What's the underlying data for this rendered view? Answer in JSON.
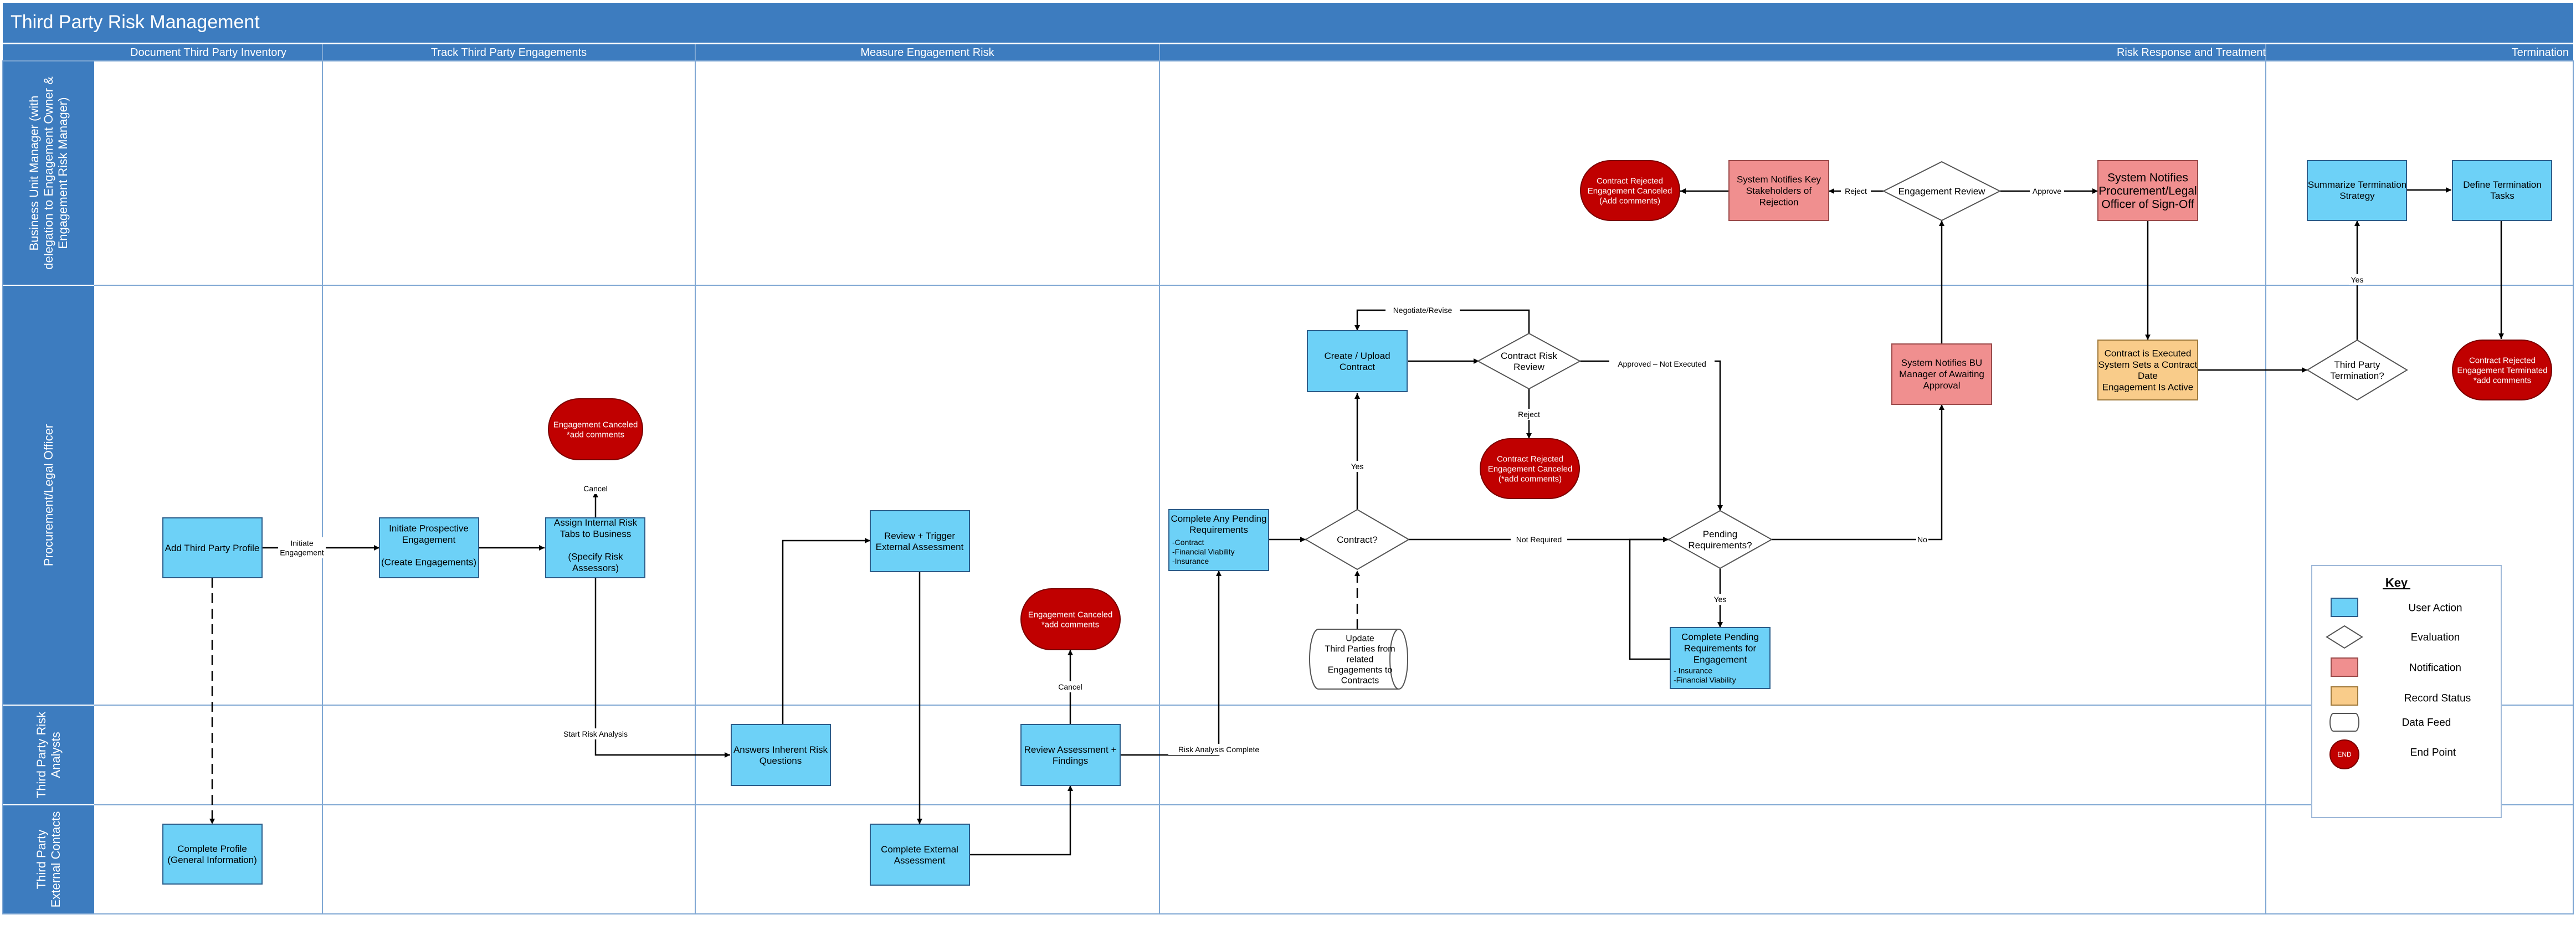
{
  "title": "Third Party Risk Management",
  "phases": [
    "Document Third Party Inventory",
    "Track Third Party Engagements",
    "Measure Engagement Risk",
    "Risk Response and Treatment",
    "Termination"
  ],
  "lanes": [
    [
      "Business Unit Manager (with",
      "delegation to Engagement Owner &",
      "Engagement Risk Manager)"
    ],
    [
      "Procurement/Legal Officer"
    ],
    [
      "Third Party Risk",
      "Analysts"
    ],
    [
      "Third Party",
      "External Contacts"
    ]
  ],
  "colors": {
    "header": "#3d7cbf",
    "user_action": "#6dd1f7",
    "notification": "#f08f8f",
    "record_status": "#f9cc8a",
    "end_point": "#c00000",
    "evaluation": "#ffffff"
  },
  "nodes": {
    "add_profile": [
      "Add Third Party Profile"
    ],
    "complete_profile": [
      "Complete Profile",
      "(General Information)"
    ],
    "initiate_engagement": [
      "Initiate Prospective",
      "Engagement",
      "",
      "(Create Engagements)"
    ],
    "assign_tabs": [
      "Assign Internal Risk",
      "Tabs to Business",
      "",
      "(Specify Risk",
      "Assessors)"
    ],
    "cancel_end_1": [
      "Engagement Canceled",
      "*add comments"
    ],
    "answers_inherent": [
      "Answers Inherent Risk",
      "Questions"
    ],
    "review_trigger": [
      "Review + Trigger",
      "External Assessment"
    ],
    "complete_external": [
      "Complete External",
      "Assessment"
    ],
    "review_findings": [
      "Review Assessment +",
      "Findings"
    ],
    "cancel_end_2": [
      "Engagement Canceled",
      "*add comments"
    ],
    "pending_reqs": [
      "Complete Any Pending",
      "Requirements"
    ],
    "pending_reqs_list": [
      "-Contract",
      "-Financial Viability",
      "-Insurance"
    ],
    "contract_q": [
      "Contract?"
    ],
    "create_contract": [
      "Create / Upload",
      "Contract"
    ],
    "contract_review": [
      "Contract Risk",
      "Review"
    ],
    "reject_end_1": [
      "Contract Rejected",
      "Engagement Canceled",
      "(*add comments)"
    ],
    "update_parties": [
      "Update",
      "Third Parties from",
      "related",
      "Engagements to",
      "Contracts"
    ],
    "pending_q": [
      "Pending",
      "Requirements?"
    ],
    "complete_pending": [
      "Complete Pending",
      "Requirements for",
      "Engagement"
    ],
    "complete_pending_list": [
      "- Insurance",
      "-Financial Viability"
    ],
    "notify_bu": [
      "System Notifies BU",
      "Manager of Awaiting",
      "Approval"
    ],
    "engagement_review": [
      "Engagement Review"
    ],
    "notify_reject": [
      "System Notifies Key",
      "Stakeholders of",
      "Rejection"
    ],
    "reject_end_2": [
      "Contract Rejected",
      "Engagement Canceled",
      "(Add comments)"
    ],
    "notify_signoff": [
      "System Notifies",
      "Procurement/Legal",
      "Officer of Sign-Off"
    ],
    "contract_executed": [
      "Contract is Executed",
      "System Sets a Contract",
      "Date",
      "Engagement Is Active"
    ],
    "termination_q": [
      "Third Party",
      "Termination?"
    ],
    "summarize_term": [
      "Summarize Termination",
      "Strategy"
    ],
    "define_term": [
      "Define Termination",
      "Tasks"
    ],
    "term_end": [
      "Contract Rejected",
      "Engagement Terminated",
      "*add comments"
    ]
  },
  "edge_labels": {
    "initiate": [
      "Initiate",
      "Engagement"
    ],
    "cancel_1": "Cancel",
    "start_analysis": "Start Risk Analysis",
    "cancel_2": "Cancel",
    "analysis_complete": "Risk Analysis Complete",
    "yes_contract": "Yes",
    "negotiate": "Negotiate/Revise",
    "reject": "Reject",
    "approved": "Approved – Not Executed",
    "not_required": "Not Required",
    "no": "No",
    "yes_pending": "Yes",
    "reject_review": "Reject",
    "approve": "Approve",
    "yes_termination": "Yes"
  },
  "key": {
    "title": "Key",
    "items": [
      "User Action",
      "Evaluation",
      "Notification",
      "Record Status",
      "Data Feed",
      "End Point"
    ],
    "end_symbol": "END"
  }
}
